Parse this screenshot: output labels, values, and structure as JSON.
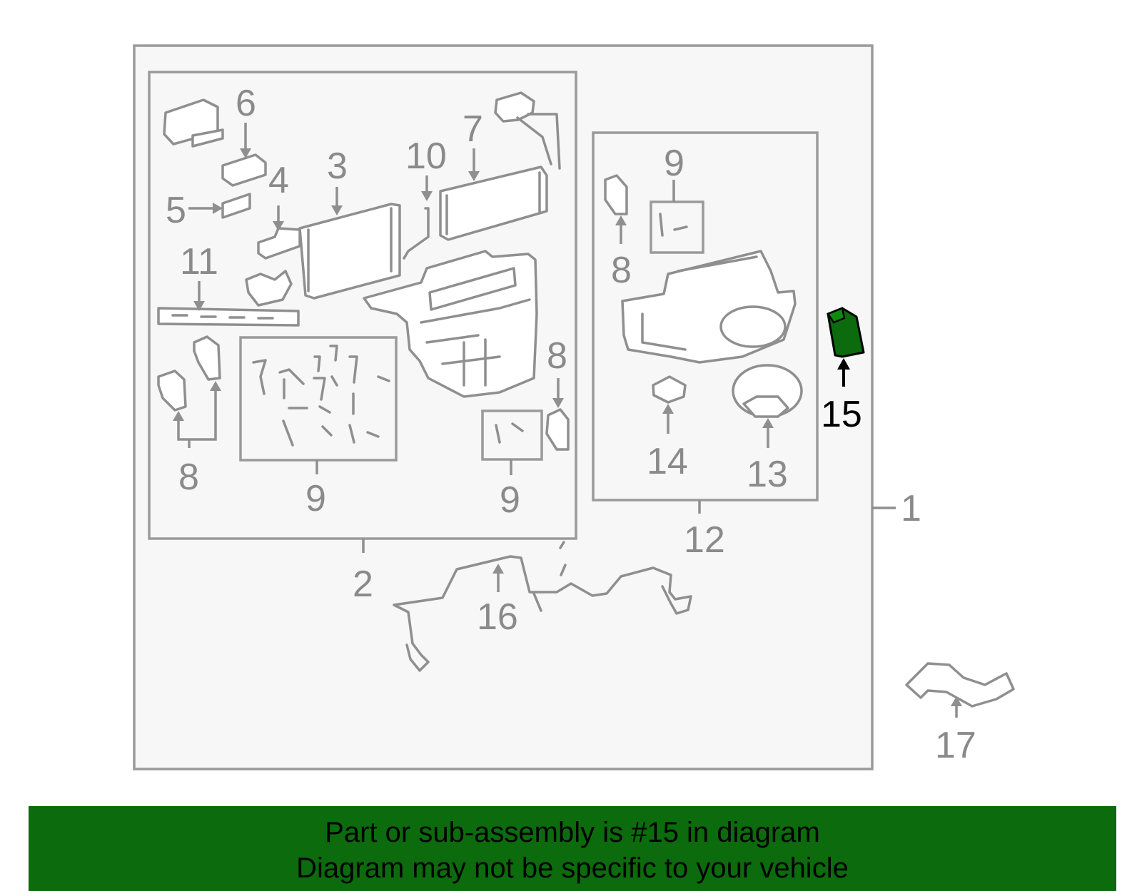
{
  "highlight_color": "#0c6b0c",
  "callouts": {
    "c1": "1",
    "c2": "2",
    "c3": "3",
    "c4": "4",
    "c5": "5",
    "c6": "6",
    "c7": "7",
    "c8a": "8",
    "c8b": "8",
    "c8c": "8",
    "c9a": "9",
    "c9b": "9",
    "c9c": "9",
    "c10": "10",
    "c11": "11",
    "c12": "12",
    "c13": "13",
    "c14": "14",
    "c15": "15",
    "c16": "16",
    "c17": "17"
  },
  "banner": {
    "line1": "Part or sub-assembly is #15 in diagram",
    "line2": "Diagram may not be specific to your vehicle"
  }
}
